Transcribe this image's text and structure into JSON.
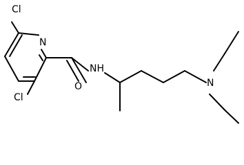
{
  "molecule": {
    "atoms": {
      "cl_top": "Cl",
      "n_ring": "N",
      "nh": "NH",
      "o": "O",
      "n_amine": "N",
      "cl_bottom": "Cl"
    }
  },
  "colors": {
    "background": "#ffffff",
    "ink": "#000000"
  }
}
